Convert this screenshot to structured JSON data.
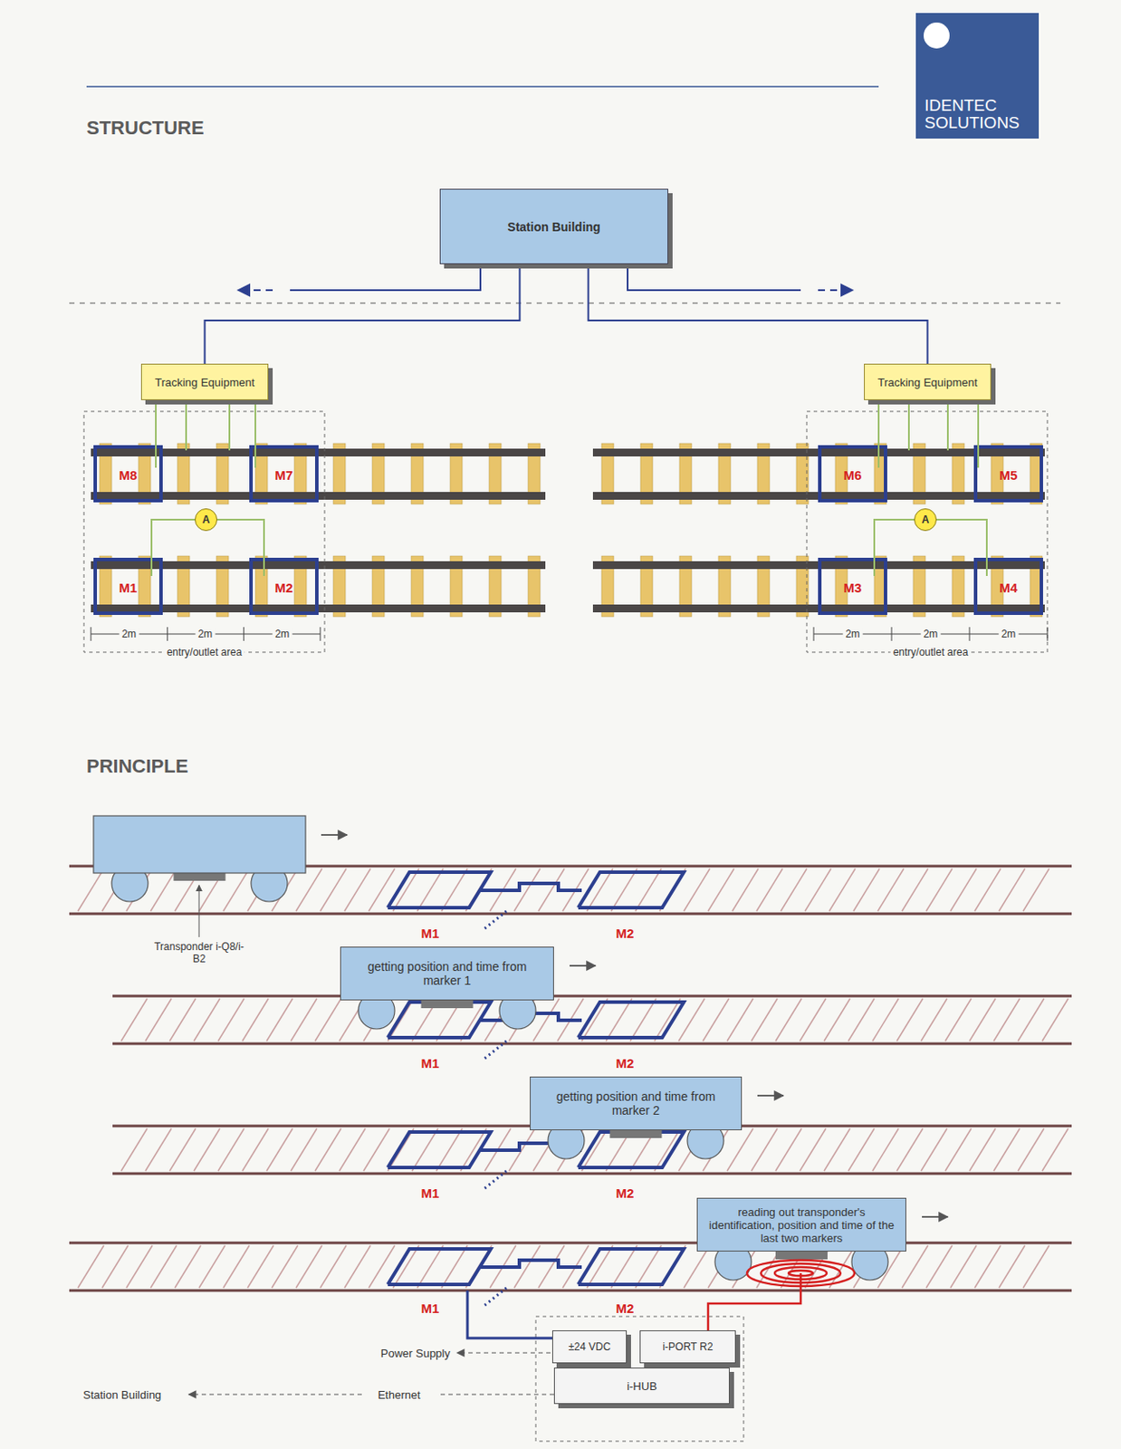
{
  "diagram": {
    "nodes": [
      {
        "text": [
          "IDENTEC SOLUTIONS"
        ]
      },
      {
        "text": [
          "Station Building"
        ]
      },
      {
        "text": [
          "Tracking Equipment"
        ]
      },
      {
        "text": [
          "Tracking Equipment"
        ]
      },
      {
        "text": [
          "A"
        ]
      },
      {
        "text": [
          "A"
        ]
      },
      {
        "text": [
          "getting position and time from marker 1"
        ]
      },
      {
        "text": [
          "getting position and time from marker 2"
        ]
      },
      {
        "text": [
          "reading out transponder's identification, position and time of the last two markers"
        ]
      },
      {
        "text": [
          "±24 VDC"
        ]
      },
      {
        "text": [
          "i-PORT R2"
        ]
      },
      {
        "text": [
          "i-HUB"
        ]
      }
    ],
    "edges": [
      {
        "from": 1,
        "to": 2,
        "arrow": "none"
      },
      {
        "from": 1,
        "to": 3,
        "arrow": "none"
      },
      {
        "from": 9,
        "to": 11,
        "arrow": "none"
      },
      {
        "from": 10,
        "to": 11,
        "arrow": "none"
      }
    ],
    "labels": [
      "STRUCTURE",
      "M8",
      "M7",
      "M6",
      "M5",
      "M1",
      "M2",
      "M3",
      "M4",
      "2m",
      "2m",
      "2m",
      "2m",
      "2m",
      "2m",
      "entry/outlet area",
      "entry/outlet area",
      "PRINCIPLE",
      "Transponder i-Q8/i-B2",
      "M1",
      "M2",
      "M1",
      "M2",
      "M1",
      "M2",
      "M1",
      "M2",
      "Power Supply",
      "Station Building",
      "Ethernet"
    ]
  }
}
